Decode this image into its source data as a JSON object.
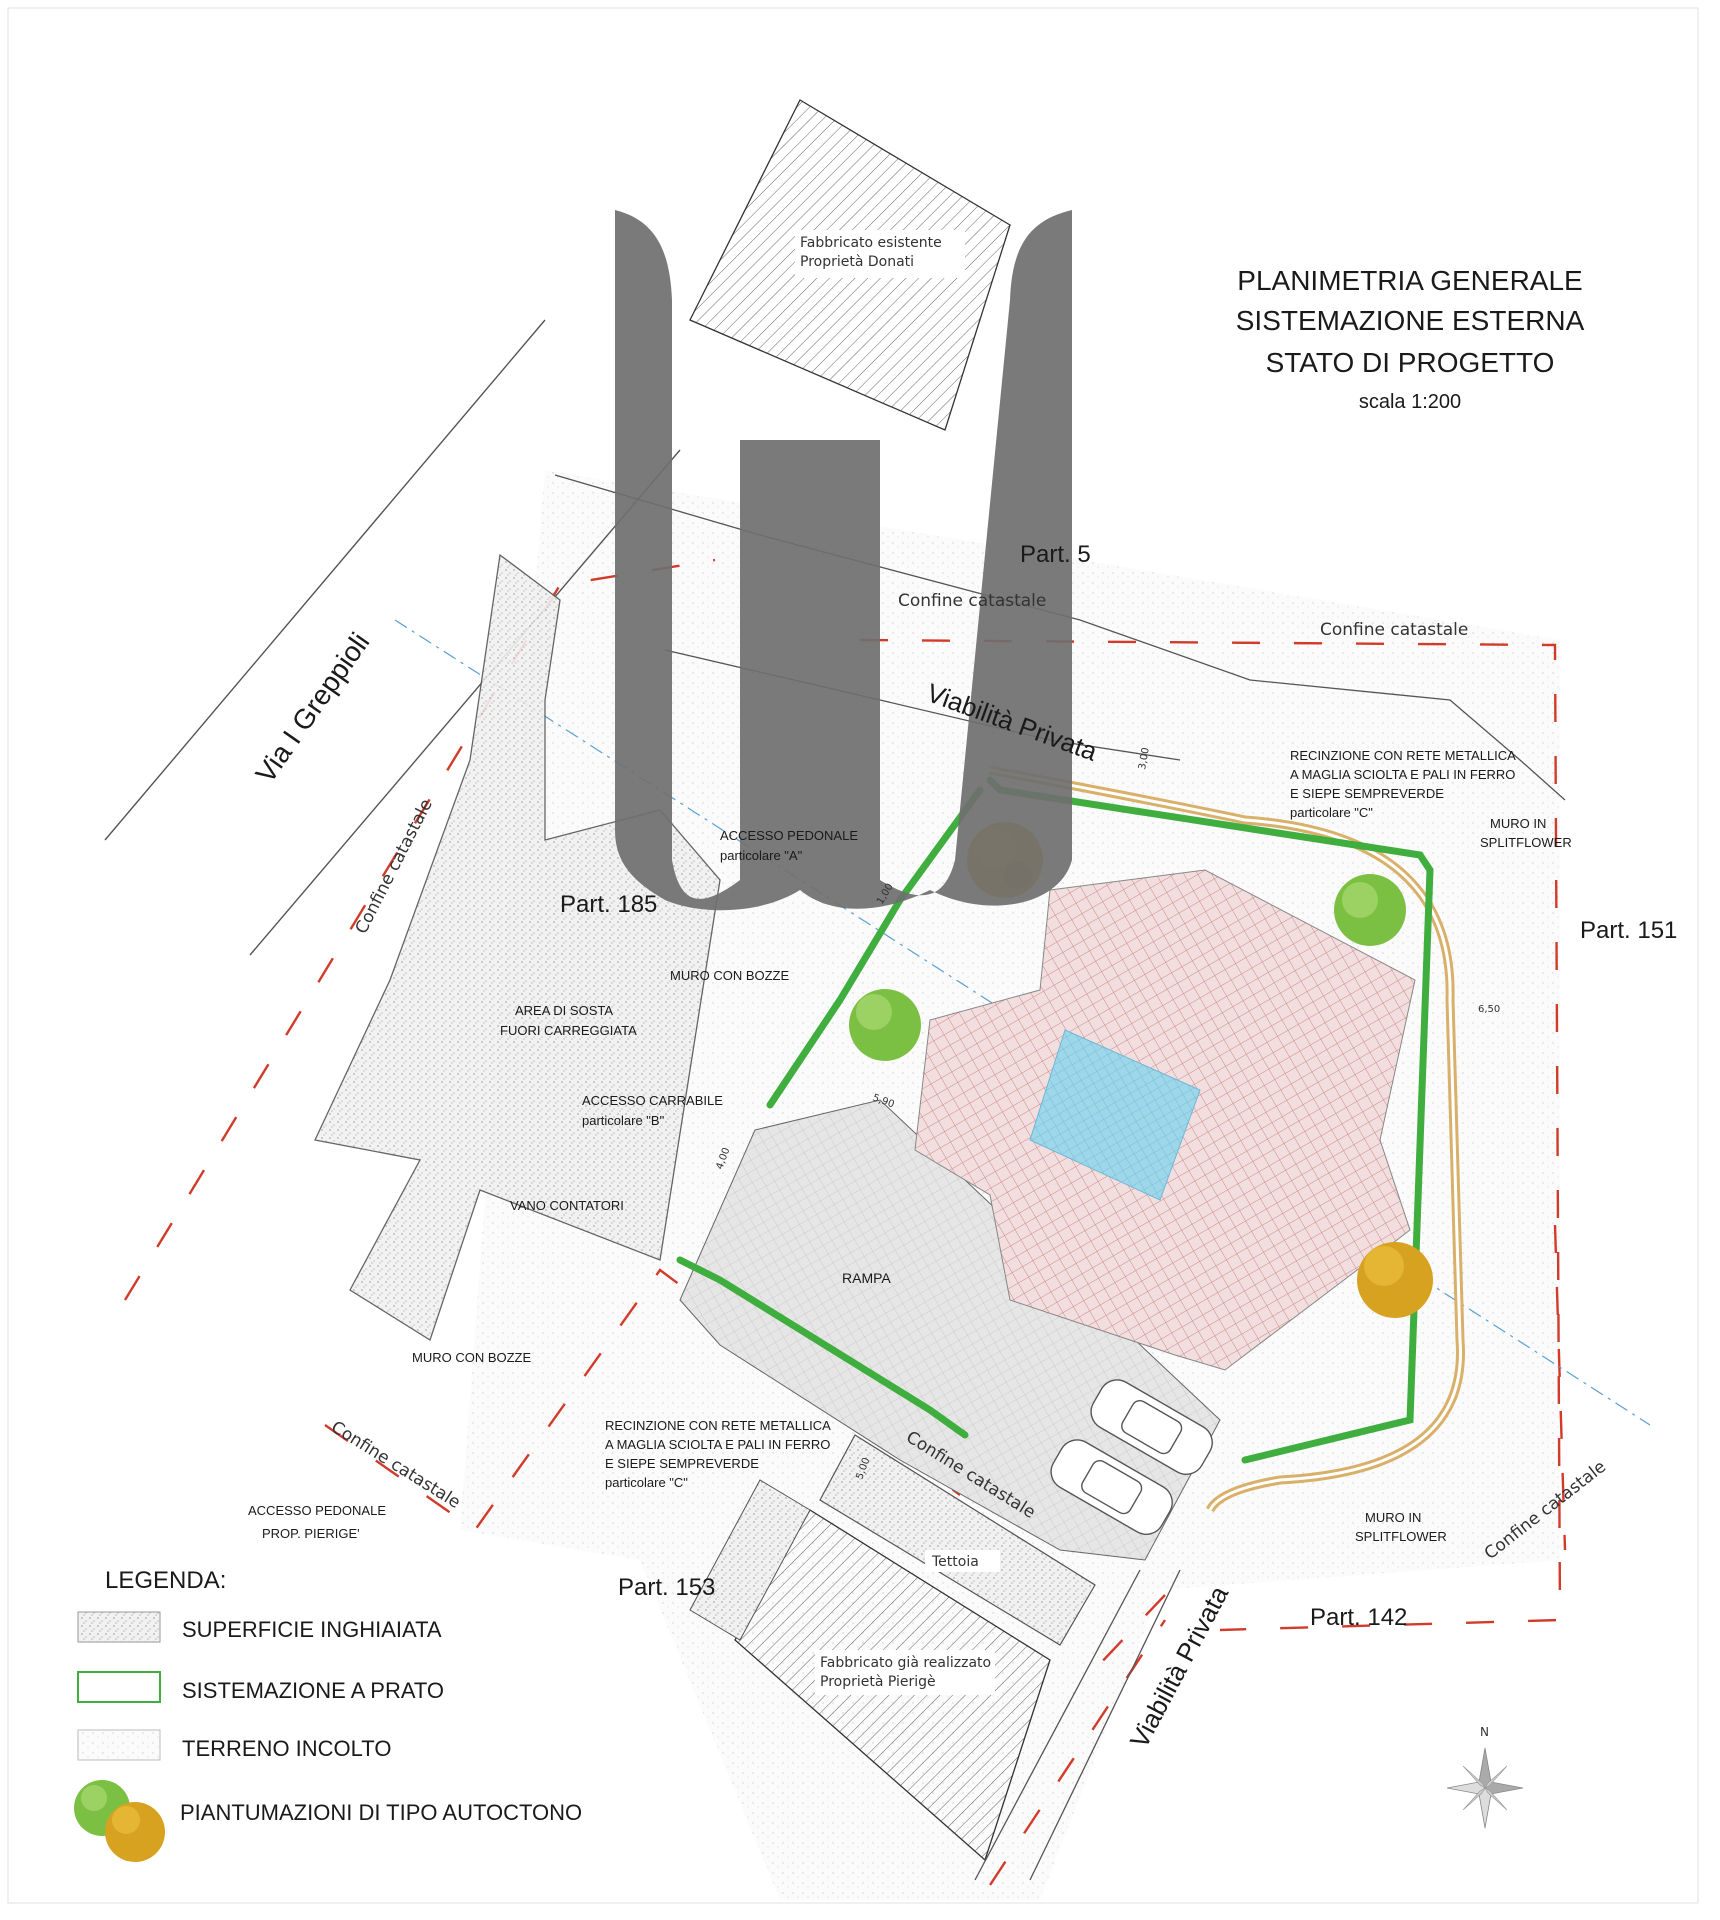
{
  "title": {
    "line1": "PLANIMETRIA GENERALE",
    "line2": "SISTEMAZIONE ESTERNA",
    "line3": "STATO DI PROGETTO",
    "scale": "scala 1:200"
  },
  "buildings": {
    "existing_1": "Fabbricato esistente",
    "existing_2": "Proprietà Donati",
    "built_1": "Fabbricato già realizzato",
    "built_2": "Proprietà Pierigè",
    "canopy": "Tettoia"
  },
  "parcels": {
    "p5": "Part. 5",
    "p185": "Part. 185",
    "p151": "Part. 151",
    "p153": "Part. 153",
    "p142": "Part. 142"
  },
  "boundaries": {
    "confine": "Confine catastale"
  },
  "roads": {
    "via": "Via I Greppioli",
    "private": "Viabilità Privata"
  },
  "notes": {
    "fence_top_1": "RECINZIONE CON RETE METALLICA",
    "fence_top_2": "A MAGLIA SCIOLTA E PALI IN FERRO",
    "fence_top_3": "E SIEPE SEMPREVERDE",
    "fence_top_4": "particolare \"C\"",
    "fence_bot_1": "RECINZIONE CON RETE METALLICA",
    "fence_bot_2": "A MAGLIA SCIOLTA E PALI IN FERRO",
    "fence_bot_3": "E SIEPE SEMPREVERDE",
    "fence_bot_4": "particolare \"C\"",
    "wall_split_top_1": "MURO IN",
    "wall_split_top_2": "SPLITFLOWER",
    "wall_split_bot_1": "MURO IN",
    "wall_split_bot_2": "SPLITFLOWER",
    "ped_access_1": "ACCESSO PEDONALE",
    "ped_access_2": "particolare \"A\"",
    "wall_bozze_1": "MURO CON BOZZE",
    "wall_bozze_2": "MURO CON BOZZE",
    "parking_1": "AREA DI SOSTA",
    "parking_2": "FUORI CARREGGIATA",
    "car_access_1": "ACCESSO CARRABILE",
    "car_access_2": "particolare \"B\"",
    "meters": "VANO CONTATORI",
    "ramp": "RAMPA",
    "ped_pierige_1": "ACCESSO PEDONALE",
    "ped_pierige_2": "PROP. PIERIGE'"
  },
  "dimensions": {
    "d300": "3,00",
    "d650": "6,50",
    "d590": "5,90",
    "d100": "1,00",
    "d400": "4,00",
    "d500": "5,00"
  },
  "legend": {
    "title": "LEGENDA:",
    "gravel": "SUPERFICIE INGHIAIATA",
    "lawn": "SISTEMAZIONE A PRATO",
    "uncultivated": "TERRENO INCOLTO",
    "plants": "PIANTUMAZIONI DI TIPO AUTOCTONO"
  },
  "compass": {
    "north": "N"
  },
  "colors": {
    "boundary_red": "#d23a2a",
    "hedge_green": "#3fae3f",
    "roof_red": "#c98a8a",
    "pool_blue": "#8fd0e6",
    "wall_tan": "#d9b06a",
    "axis_blue": "#5a9fd4",
    "logo_gray": "#6f6f6f"
  }
}
